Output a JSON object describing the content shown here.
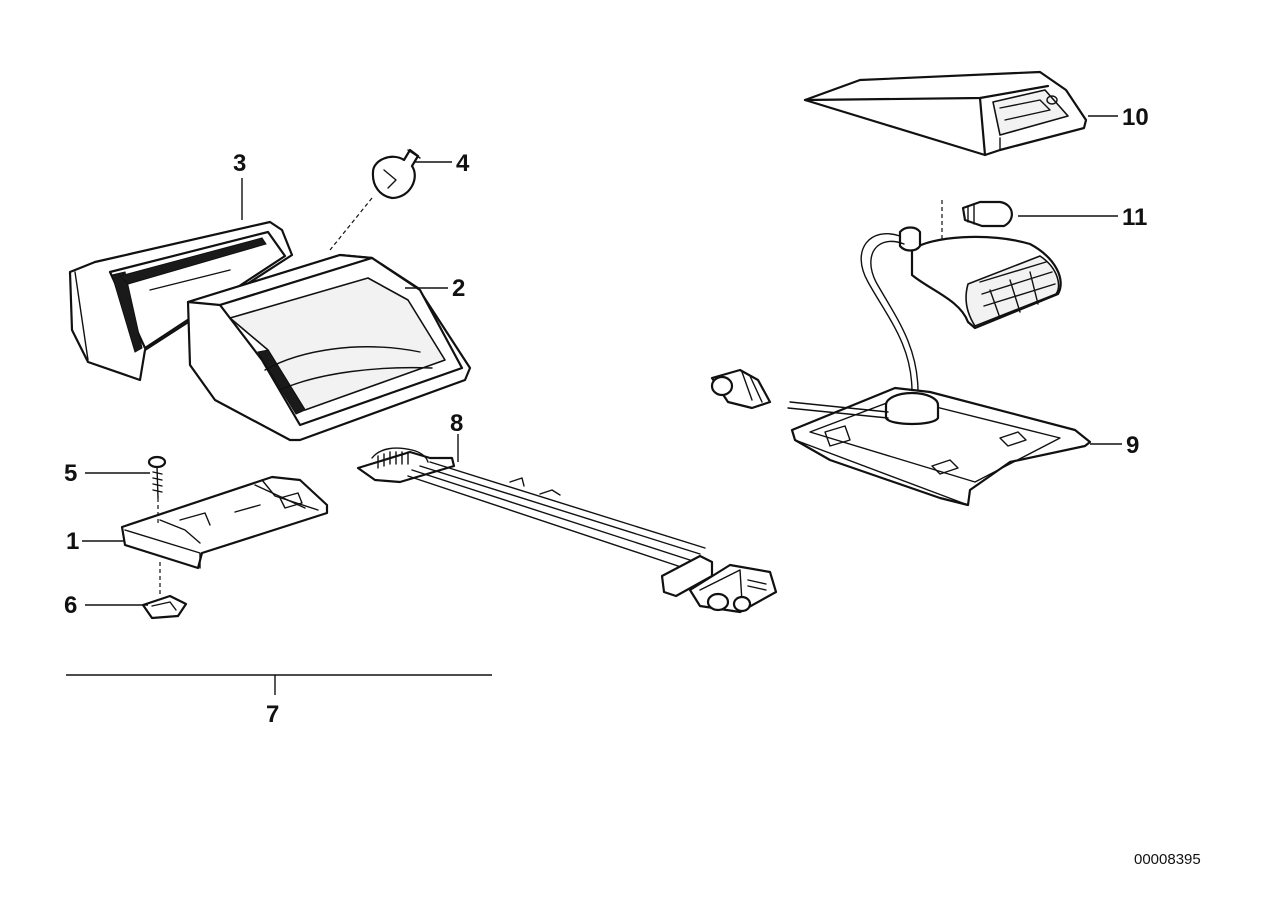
{
  "callouts": {
    "c1": "1",
    "c2": "2",
    "c3": "3",
    "c4": "4",
    "c5": "5",
    "c6": "6",
    "c7": "7",
    "c8": "8",
    "c9": "9",
    "c10": "10",
    "c11": "11"
  },
  "document_number": "00008395",
  "colors": {
    "line": "#111111",
    "background": "#ffffff"
  }
}
